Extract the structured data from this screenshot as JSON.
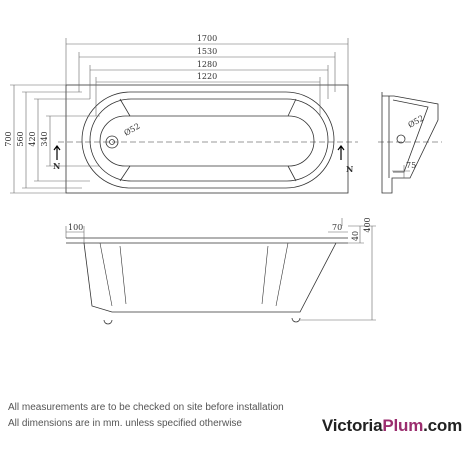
{
  "dimensions": {
    "width_1700": "1700",
    "width_1530": "1530",
    "width_1280": "1280",
    "width_1220": "1220",
    "height_700": "700",
    "height_560": "560",
    "height_420": "420",
    "height_340": "340",
    "waste_diameter": "Ø52",
    "end_waste_diameter": "Ø52",
    "overhang_100": "100",
    "overhang_70": "70",
    "depth_40": "40",
    "depth_400": "400",
    "side_75": "75",
    "section_left": "N",
    "section_right": "N"
  },
  "notes": {
    "line1": "All measurements are to be checked on site before installation",
    "line2": "All dimensions are in mm. unless specified otherwise"
  },
  "brand": {
    "name_part1": "Victoria",
    "name_part2": "Plum",
    "name_part3": ".com",
    "color_dark": "#222222",
    "color_accent": "#9b2d6e"
  },
  "colors": {
    "line": "#333333",
    "dim_line": "#666666"
  }
}
